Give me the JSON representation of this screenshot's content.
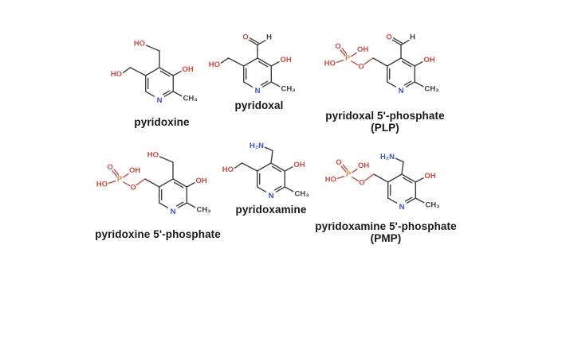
{
  "figure": {
    "background": "#ffffff"
  },
  "colors": {
    "bond": "#3f3f3f",
    "oxygen": "#cc4a41",
    "nitrogen": "#3a51c6",
    "phosphorus": "#d28a3d",
    "oxygen_bond": "#b8544a",
    "carbon": "#3f3f3f",
    "text": "#171717"
  },
  "molecules": [
    {
      "id": "pyridoxine",
      "caption": "pyridoxine",
      "atoms": {
        "ho_top": "HO",
        "ho_left": "HO",
        "oh": "OH",
        "ch3": "CH₃",
        "n": "N"
      }
    },
    {
      "id": "pyridoxal",
      "caption": "pyridoxal",
      "atoms": {
        "o_ald": "O",
        "h_ald": "H",
        "ho_left": "HO",
        "oh": "OH",
        "ch3": "CH₃",
        "n": "N"
      }
    },
    {
      "id": "pyridoxal-5-phosphate",
      "caption": "pyridoxal 5'-phosphate",
      "caption2": "(PLP)",
      "atoms": {
        "o_ald": "O",
        "h_ald": "H",
        "o_dbl": "O",
        "p": "P",
        "p_oh": "OH",
        "p_ho": "HO",
        "o_bridge": "O",
        "oh": "OH",
        "ch3": "CH₃",
        "n": "N"
      }
    },
    {
      "id": "pyridoxine-5-phosphate",
      "caption": "pyridoxine 5'-phosphate",
      "atoms": {
        "ho_top": "HO",
        "o_dbl": "O",
        "p": "P",
        "p_oh": "OH",
        "p_ho": "HO",
        "o_bridge": "O",
        "oh": "OH",
        "ch3": "CH₃",
        "n": "N"
      }
    },
    {
      "id": "pyridoxamine",
      "caption": "pyridoxamine",
      "atoms": {
        "h2n": "H₂N",
        "ho_left": "HO",
        "oh": "OH",
        "ch3": "CH₃",
        "n": "N"
      }
    },
    {
      "id": "pyridoxamine-5-phosphate",
      "caption": "pyridoxamine 5'-phosphate",
      "caption2": "(PMP)",
      "atoms": {
        "h2n": "H₂N",
        "o_dbl": "O",
        "p": "P",
        "p_oh": "OH",
        "p_ho": "HO",
        "o_bridge": "O",
        "oh": "OH",
        "ch3": "CH₃",
        "n": "N"
      }
    }
  ]
}
